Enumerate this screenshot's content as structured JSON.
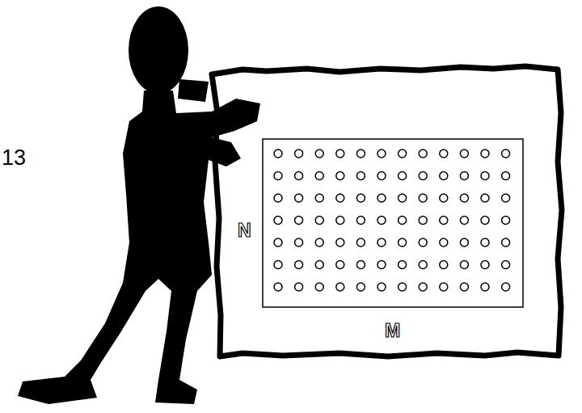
{
  "diagram": {
    "labels": [
      "13",
      "N",
      "M"
    ]
  }
}
